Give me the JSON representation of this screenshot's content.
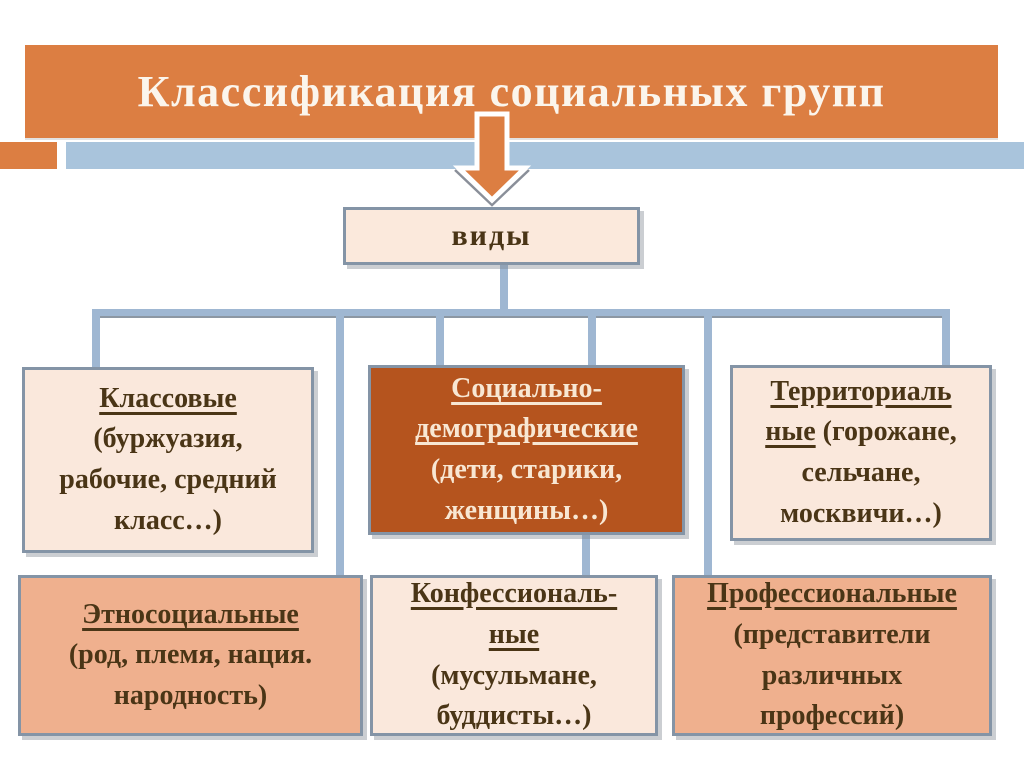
{
  "title": {
    "text": "Классификация социальных групп"
  },
  "root": {
    "label": "виды"
  },
  "icons": {
    "down_arrow": "block-arrow-down"
  },
  "colors": {
    "banner_orange": "#DC7E42",
    "accent_bar_blue": "#A9C4DC",
    "connector_blue": "#9FB7D2",
    "box_cream": "#FAE8DC",
    "box_salmon": "#EFB08E",
    "box_dark_orange": "#B5541E",
    "border_gray_blue": "#8494A6",
    "text_dark_brown": "#4A3516",
    "text_cream": "#F8E7D3"
  },
  "boxes": [
    {
      "name": "klassovye",
      "variant": "cream",
      "lines": [
        [
          {
            "t": "Классовые",
            "u": true
          }
        ],
        [
          {
            "t": "(буржуазия,"
          }
        ],
        [
          {
            "t": "рабочие, средний"
          }
        ],
        [
          {
            "t": "класс…)"
          }
        ]
      ]
    },
    {
      "name": "sotsialno-demograficheskie",
      "variant": "dark",
      "lines": [
        [
          {
            "t": "Социально-",
            "u": true
          }
        ],
        [
          {
            "t": "демографические",
            "u": true
          }
        ],
        [
          {
            "t": "(дети, старики,"
          }
        ],
        [
          {
            "t": "женщины…)"
          }
        ]
      ]
    },
    {
      "name": "territorialnye",
      "variant": "cream",
      "lines": [
        [
          {
            "t": "Территориаль",
            "u": true
          }
        ],
        [
          {
            "t": "ные",
            "u": true
          },
          {
            "t": " (горожане,"
          }
        ],
        [
          {
            "t": "сельчане,"
          }
        ],
        [
          {
            "t": "москвичи…)"
          }
        ]
      ]
    },
    {
      "name": "etnosotsialnye",
      "variant": "salmon",
      "lines": [
        [
          {
            "t": "Этносоциальные",
            "u": true
          }
        ],
        [
          {
            "t": "(род, племя, нация."
          }
        ],
        [
          {
            "t": "народность)"
          }
        ]
      ]
    },
    {
      "name": "konfessionalnye",
      "variant": "cream",
      "lines": [
        [
          {
            "t": "Конфессиональ-",
            "u": true
          }
        ],
        [
          {
            "t": "ные",
            "u": true
          }
        ],
        [
          {
            "t": "(мусульмане,"
          }
        ],
        [
          {
            "t": "буддисты…)"
          }
        ]
      ]
    },
    {
      "name": "professionalnye",
      "variant": "salmon",
      "lines": [
        [
          {
            "t": "Профессиональные",
            "u": true
          }
        ],
        [
          {
            "t": "(представители"
          }
        ],
        [
          {
            "t": "различных"
          }
        ],
        [
          {
            "t": "профессий)"
          }
        ]
      ]
    }
  ]
}
